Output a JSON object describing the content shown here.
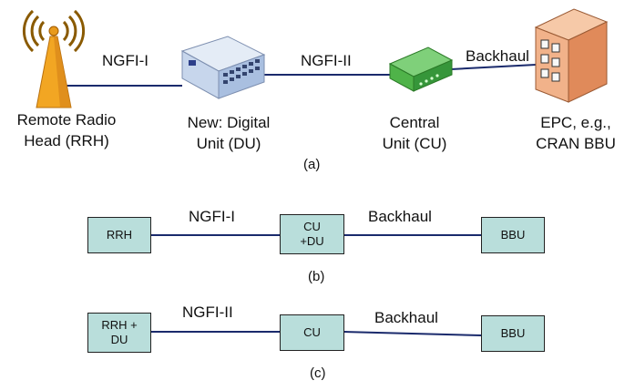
{
  "a": {
    "link1": "NGFI-I",
    "link2": "NGFI-II",
    "link3": "Backhaul",
    "rrh": [
      "Remote Radio",
      "Head (RRH)"
    ],
    "du": [
      "New: Digital",
      "Unit (DU)"
    ],
    "cu": [
      "Central",
      "Unit (CU)"
    ],
    "epc": [
      "EPC, e.g.,",
      "CRAN BBU"
    ],
    "caption": "(a)"
  },
  "b": {
    "box1": "RRH",
    "box2": [
      "CU",
      "+DU"
    ],
    "box3": "BBU",
    "link1": "NGFI-I",
    "link2": "Backhaul",
    "caption": "(b)"
  },
  "c": {
    "box1": [
      "RRH +",
      "DU"
    ],
    "box2": "CU",
    "box3": "BBU",
    "link1": "NGFI-II",
    "link2": "Backhaul",
    "caption": "(c)"
  },
  "colors": {
    "box_fill": "#b9dedb",
    "line": "#1a2a6c",
    "tower": "#f0a020",
    "router_green": "#3aaa35",
    "switch_blue": "#b7c9e8",
    "building": "#e8a070"
  }
}
